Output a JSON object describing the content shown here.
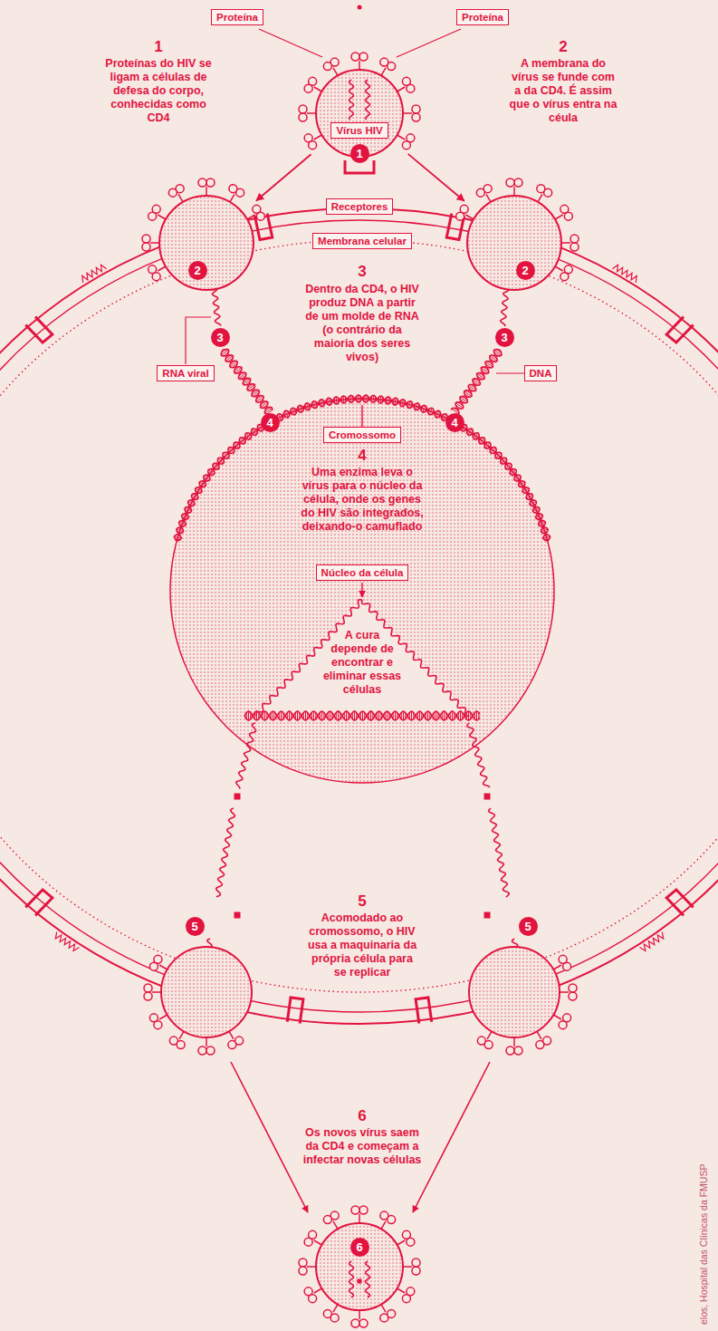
{
  "diagram": {
    "nodes": [
      {
        "text": [
          "Vírus HIV",
          "1"
        ]
      },
      {
        "text": [
          "2"
        ]
      },
      {
        "text": [
          "2"
        ]
      },
      {
        "text": [
          "4",
          "Cromossomo",
          "4",
          "4",
          "Uma enzima leva o vírus para o núcleo da célula, onde os genes do HIV são integrados, deixando-o camuflado",
          "Núcleo da célula",
          "A cura depende de encontrar e eliminar essas células"
        ]
      },
      {
        "text": [
          "6"
        ]
      }
    ],
    "edges": [
      {
        "from": 0,
        "to": 1,
        "arrow": "to"
      },
      {
        "from": 0,
        "to": 2,
        "arrow": "to"
      }
    ],
    "labels": [
      "Proteína",
      "Proteína",
      "1",
      "Proteínas do HIV se ligam a células de defesa do corpo, conhecidas como CD4",
      "2",
      "A membrana do vírus se funde com a da CD4. É assim que o vírus entra na céula",
      "Receptores",
      "Membrana celular",
      "3",
      "3",
      "Dentro da CD4, o HIV produz DNA a partir de um molde de RNA (o contrário da maioria dos seres vivos)",
      "3",
      "RNA viral",
      "DNA",
      "5",
      "5",
      "Acomodado ao cromossomo, o HIV usa a maquinaria da própria célula para se replicar",
      "5",
      "6",
      "Os novos vírus saem da CD4 e começam a infectar novas células",
      "elos, Hospital das Clínicas da FMUSP"
    ]
  }
}
